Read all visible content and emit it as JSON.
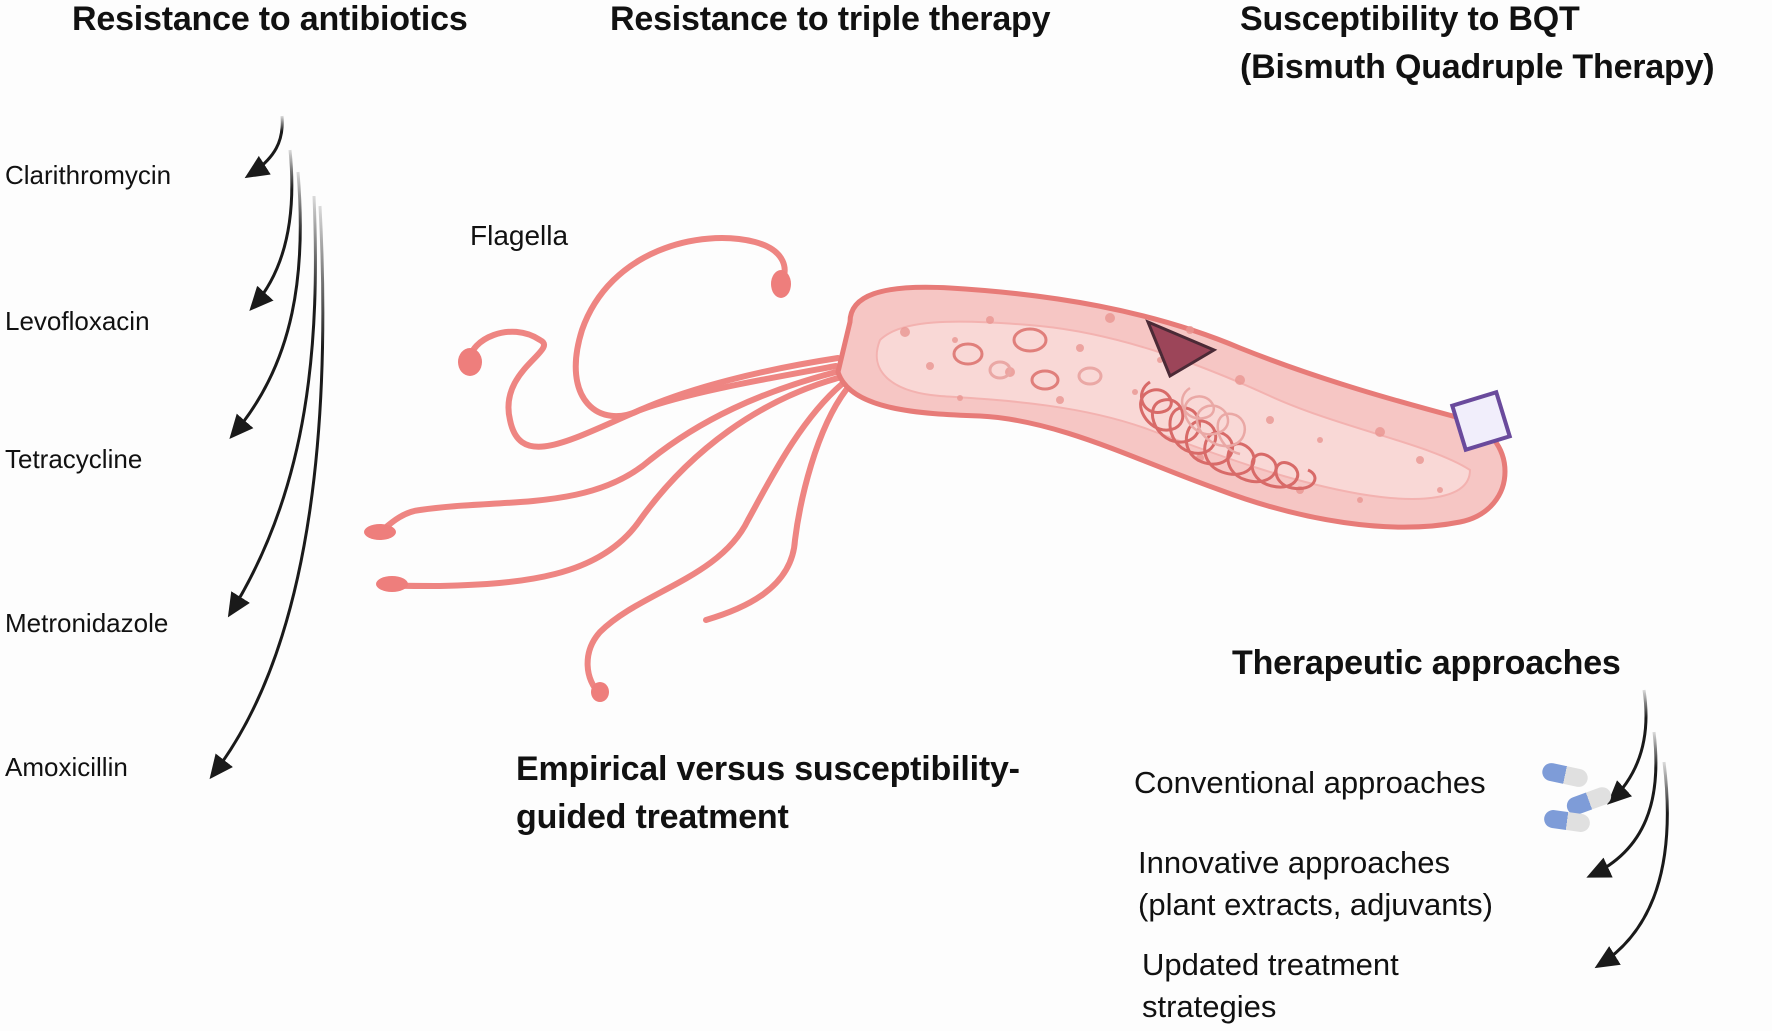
{
  "headings": {
    "resistance_antibiotics": "Resistance to antibiotics",
    "resistance_triple": "Resistance to triple therapy",
    "susceptibility_bqt_line1": "Susceptibility to BQT",
    "susceptibility_bqt_line2": "(Bismuth Quadruple Therapy)",
    "therapeutic": "Therapeutic approaches",
    "empirical_line1": "Empirical versus susceptibility-",
    "empirical_line2": "guided treatment"
  },
  "antibiotics": [
    "Clarithromycin",
    "Levofloxacin",
    "Tetracycline",
    "Metronidazole",
    "Amoxicillin"
  ],
  "bacterium": {
    "flagella_label": "Flagella"
  },
  "approaches": [
    {
      "line1": "Conventional approaches",
      "line2": ""
    },
    {
      "line1": "Innovative approaches",
      "line2": "(plant extracts, adjuvants)"
    },
    {
      "line1": "Updated treatment",
      "line2": "strategies"
    }
  ],
  "icons": {
    "pills": "capsule-pills-icon",
    "triangle": "triangle-marker-icon",
    "square": "square-marker-icon"
  },
  "colors": {
    "body_fill": "#f6c6c4",
    "body_stroke": "#e77b78",
    "flagella": "#ee8582",
    "triangle": "#9c4559",
    "square_stroke": "#6a4a9c",
    "square_fill": "#f1eefb",
    "arrows": "#1a1a1a"
  }
}
